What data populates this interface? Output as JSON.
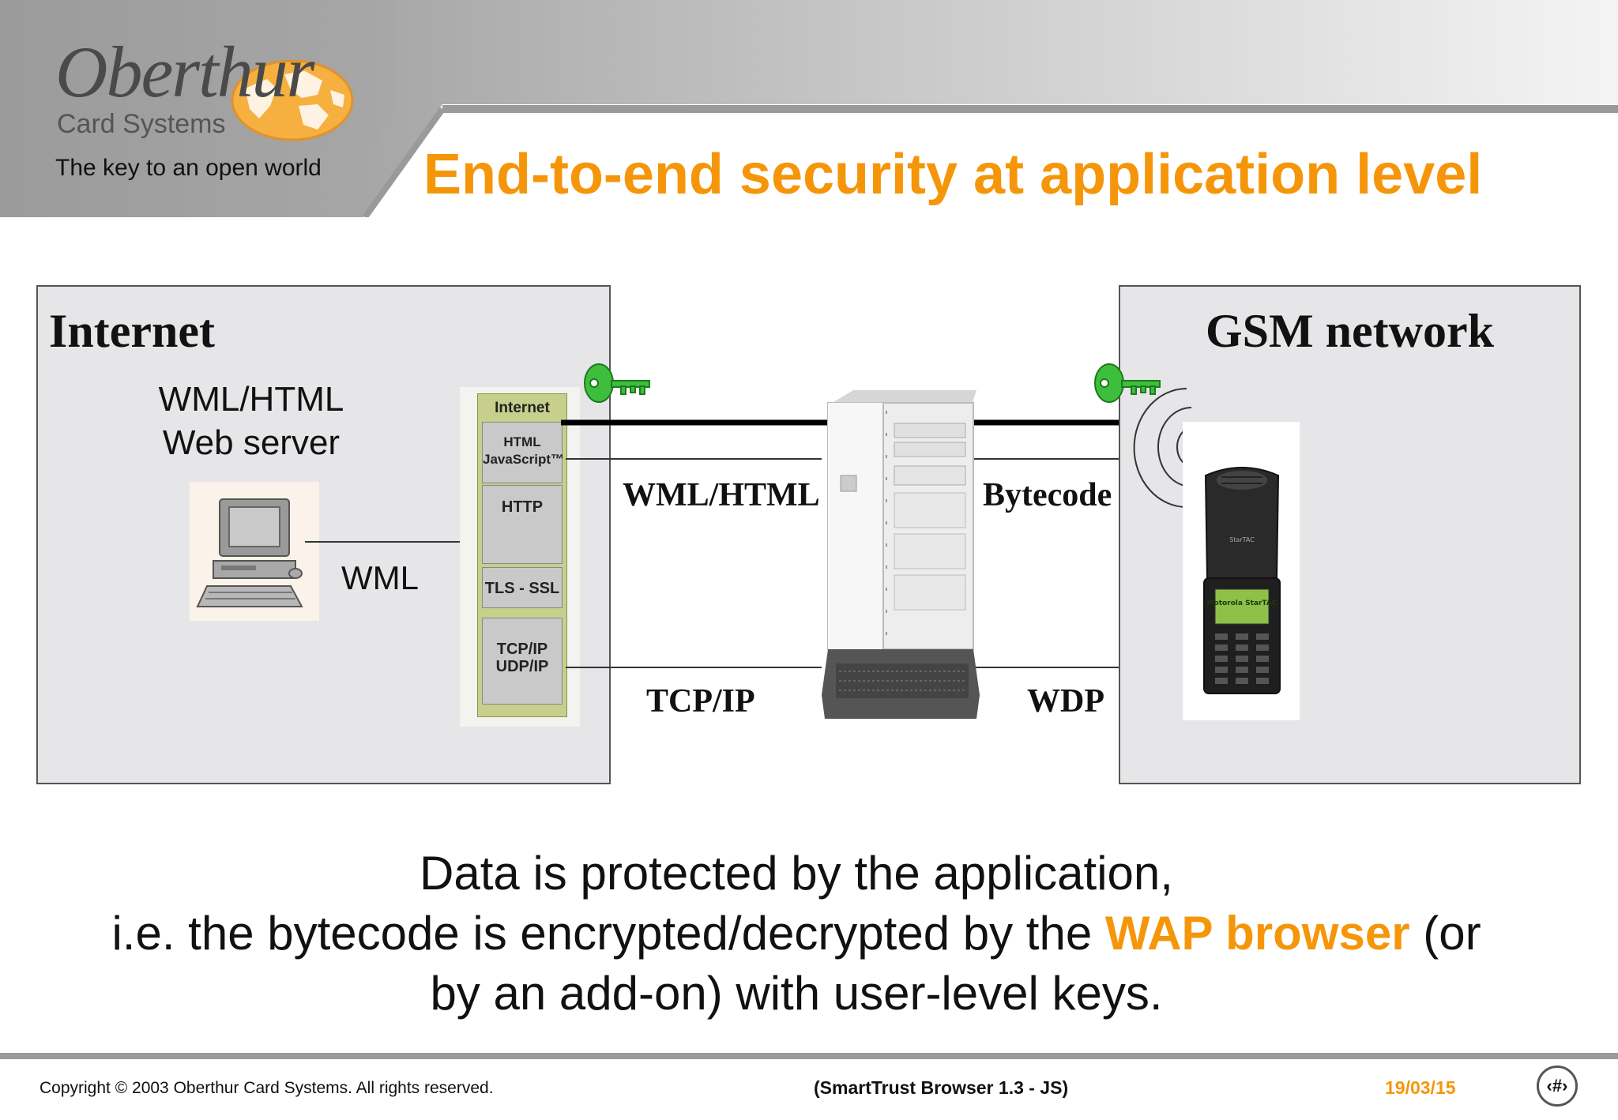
{
  "header": {
    "logo_name": "Oberthur",
    "logo_subtitle": "Card Systems",
    "tagline": "The key to an open world",
    "title": "End-to-end security at application level",
    "accent_color": "#f5960a"
  },
  "diagram": {
    "internet": {
      "title": "Internet",
      "server_label": "WML/HTML\nWeb server",
      "link_label": "WML",
      "computer_icon": "desktop-computer-icon"
    },
    "stack": {
      "header": "Internet",
      "layers": [
        "HTML JavaScript™",
        "HTTP",
        "TLS - SSL",
        "TCP/IP UDP/IP"
      ]
    },
    "gateway": {
      "icon": "gateway-server-icon",
      "left_top_label": "WML/HTML",
      "right_top_label": "Bytecode",
      "left_bottom_label": "TCP/IP",
      "right_bottom_label": "WDP"
    },
    "gsm": {
      "title": "GSM network",
      "phone_icon": "mobile-phone-icon",
      "phone_brand": "StarTAC",
      "phone_screen": "Motorola StarTAC"
    },
    "keys": [
      "key-icon",
      "key-icon"
    ],
    "key_color": "#3dbf3d"
  },
  "body": {
    "line1": "Data is protected by the application,",
    "line2_pre": "i.e. the bytecode is encrypted/decrypted by the ",
    "line2_highlight": "WAP browser",
    "line2_post": " (or",
    "line3": "by an add-on) with user-level keys."
  },
  "footer": {
    "copyright": "Copyright © 2003 Oberthur Card Systems. All rights reserved.",
    "doc_title": "(SmartTrust Browser 1.3 - JS)",
    "date": "19/03/15",
    "page_number": "‹#›"
  }
}
